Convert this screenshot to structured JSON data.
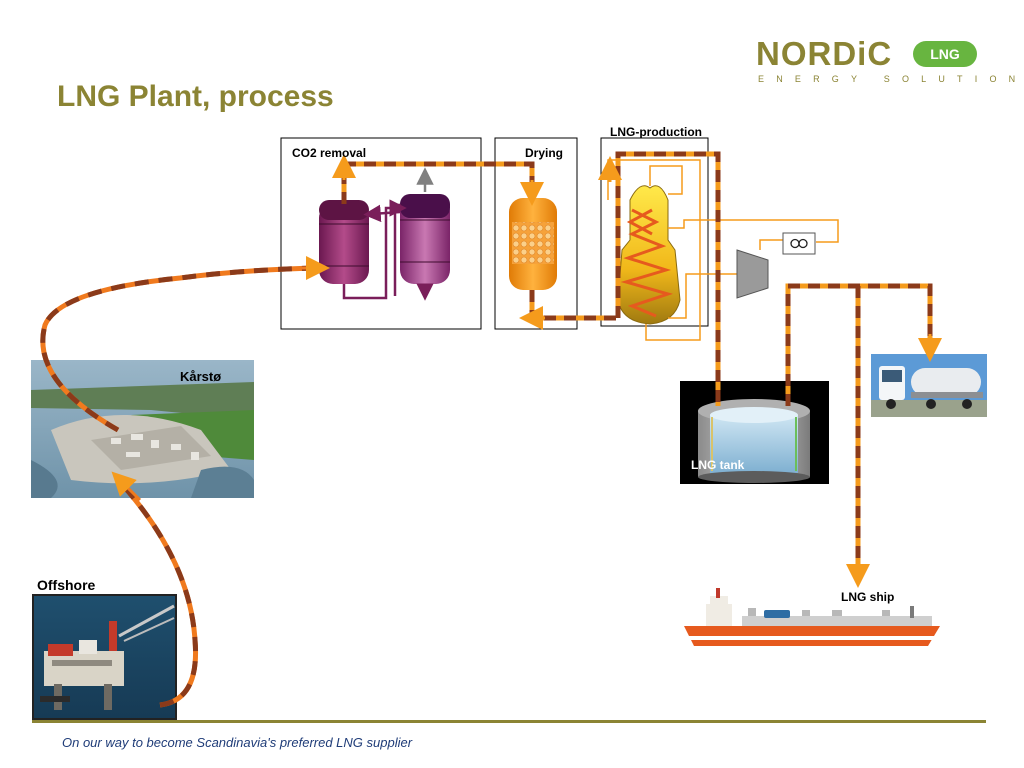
{
  "slide": {
    "title": "LNG Plant, process",
    "footer": "On our way to become Scandinavia's preferred LNG supplier"
  },
  "logo": {
    "main": "NORDiC",
    "badge": "LNG",
    "sub": "ENERGY SOLUTIONS"
  },
  "labels": {
    "co2_removal": "CO2 removal",
    "drying": "Drying",
    "lng_production": "LNG-production",
    "karsto": "Kårstø",
    "offshore": "Offshore",
    "lng_tank": "LNG tank",
    "lng_ship": "LNG ship"
  },
  "colors": {
    "brand_olive": "#8b8434",
    "brand_green": "#68b540",
    "pipe_orange": "#f07a1e",
    "pipe_brown": "#8b3a1a",
    "feed_orange": "#f59b1c",
    "absorber_purple": "#7a1e5a",
    "footer_blue": "#1f3c78"
  }
}
